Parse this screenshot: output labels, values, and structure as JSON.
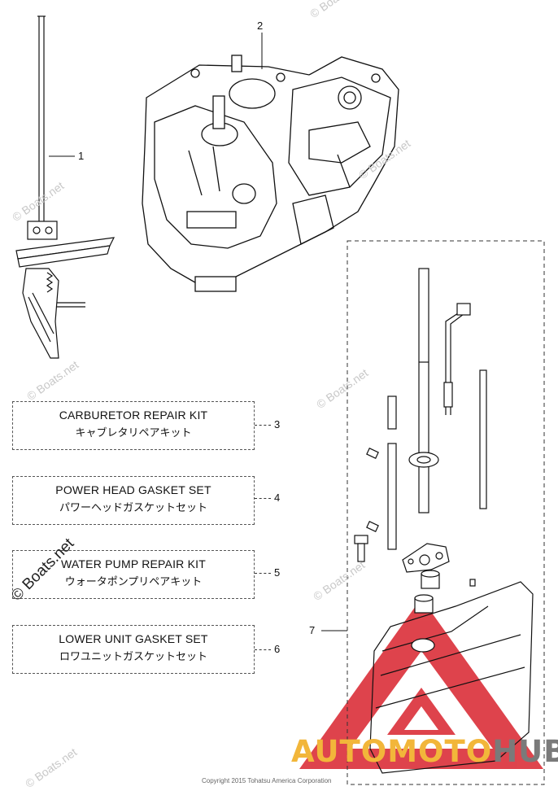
{
  "callouts": [
    "1",
    "2",
    "3",
    "4",
    "5",
    "6",
    "7"
  ],
  "kits": [
    {
      "en": "CARBURETOR REPAIR KIT",
      "jp": "キャブレタリペアキット"
    },
    {
      "en": "POWER HEAD GASKET SET",
      "jp": "パワーヘッドガスケットセット"
    },
    {
      "en": "WATER PUMP REPAIR KIT",
      "jp": "ウォータポンプリペアキット"
    },
    {
      "en": "LOWER UNIT GASKET SET",
      "jp": "ロワユニットガスケットセット"
    }
  ],
  "watermark": "© Boats.net",
  "copyright": "Copyright 2015 Tohatsu America Corporation",
  "brand": {
    "part1": "AUTOMOTO",
    "part2": "HUB",
    "color_primary": "#f2b63a",
    "color_secondary": "#7a7a7a",
    "logo_color": "#d9232d"
  }
}
